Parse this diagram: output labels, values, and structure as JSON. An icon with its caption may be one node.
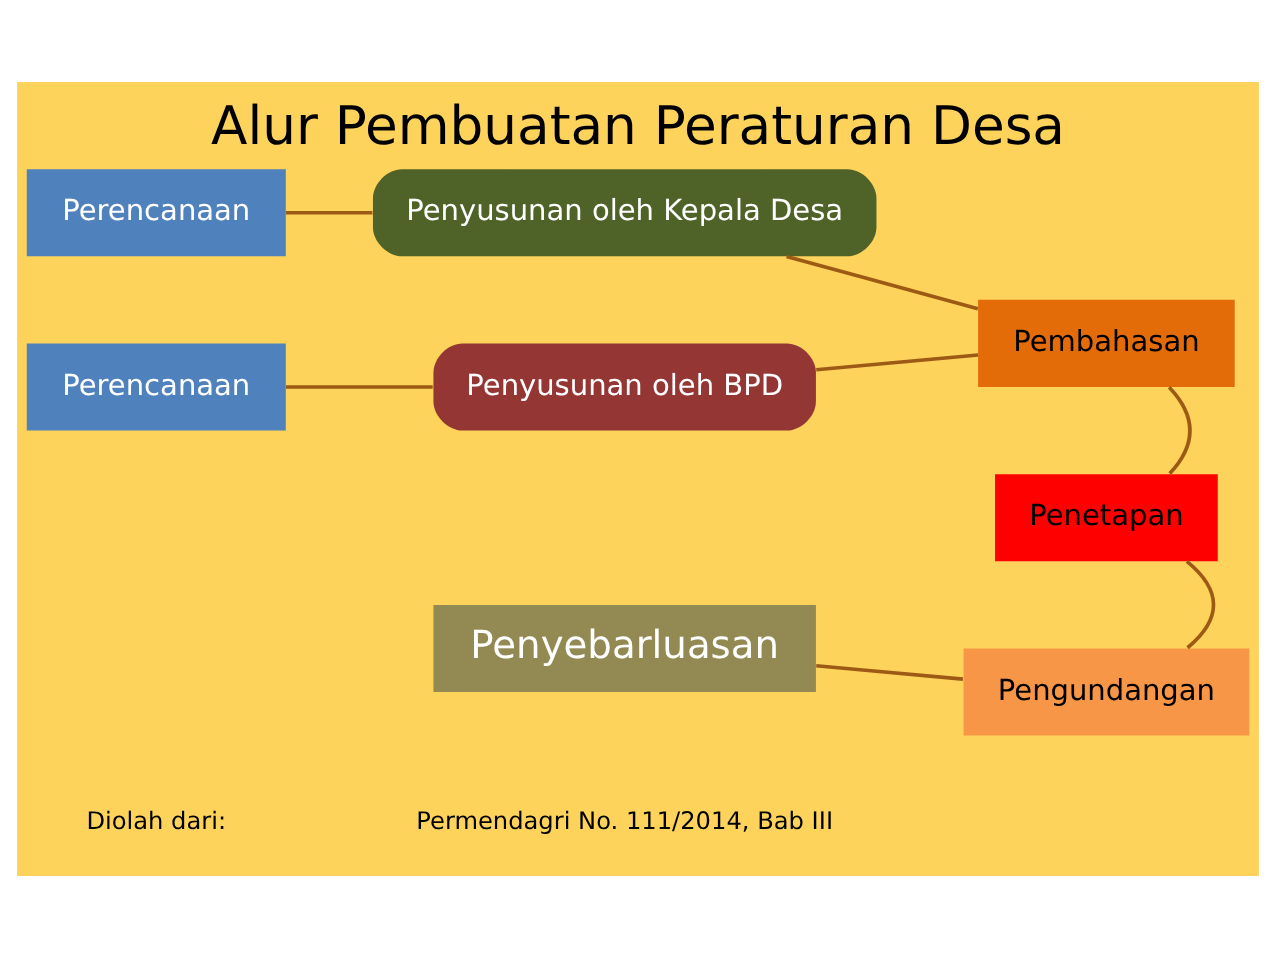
{
  "diagram": {
    "title": "Alur Pembuatan Peraturan Desa",
    "nodes": [
      {
        "text": [
          "Perencanaan"
        ]
      },
      {
        "text": [
          "Penyusunan oleh Kepala Desa"
        ]
      },
      {
        "text": [
          "Pembahasan"
        ]
      },
      {
        "text": [
          "Perencanaan"
        ]
      },
      {
        "text": [
          "Penyusunan oleh BPD"
        ]
      },
      {
        "text": [
          "Penetapan"
        ]
      },
      {
        "text": [
          "Penyebarluasan"
        ]
      },
      {
        "text": [
          "Pengundangan"
        ]
      }
    ],
    "edges": [
      {
        "from": 0,
        "to": 1,
        "arrow": "none"
      },
      {
        "from": 1,
        "to": 2,
        "arrow": "none"
      },
      {
        "from": 3,
        "to": 4,
        "arrow": "none"
      },
      {
        "from": 4,
        "to": 2,
        "arrow": "none"
      },
      {
        "from": 2,
        "to": 5,
        "arrow": "none"
      },
      {
        "from": 5,
        "to": 7,
        "arrow": "none"
      },
      {
        "from": 7,
        "to": 6,
        "arrow": "none"
      }
    ],
    "labels": [
      "Diolah dari:",
      "Permendagri No. 111/2014, Bab III"
    ]
  }
}
